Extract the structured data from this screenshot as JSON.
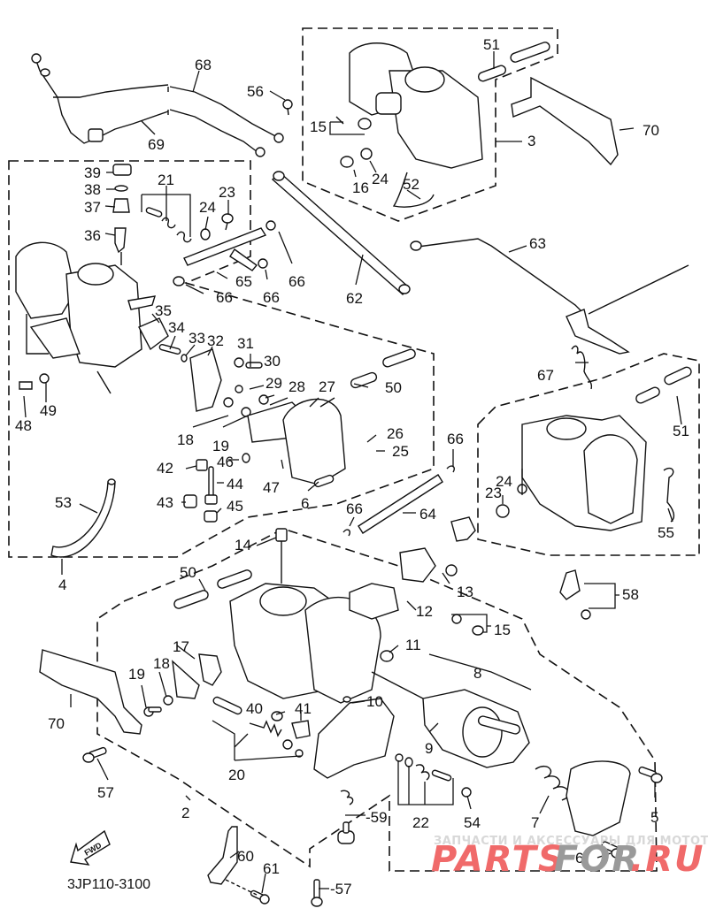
{
  "diagram": {
    "title": "Carburetor assembly exploded parts diagram",
    "diagram_code": "3JP110-3100",
    "fwd_label": "FWD",
    "watermark": {
      "tagline": "ЗАПЧАСТИ И АКСЕССУАРЫ ДЛЯ МОТОТЕХНИКИ",
      "logo_part1": "PARTS",
      "logo_part2": "FOR",
      "logo_part3": ".RU",
      "logo_color": "#f06a6a",
      "logo_accent_color": "#9a9a9a"
    },
    "callouts": [
      {
        "id": "c68",
        "label": "68"
      },
      {
        "id": "c69",
        "label": "69"
      },
      {
        "id": "c56",
        "label": "56"
      },
      {
        "id": "c51a",
        "label": "51"
      },
      {
        "id": "c70a",
        "label": "70"
      },
      {
        "id": "c3a",
        "label": "3"
      },
      {
        "id": "c15a",
        "label": "15"
      },
      {
        "id": "c16",
        "label": "16"
      },
      {
        "id": "c24a",
        "label": "24"
      },
      {
        "id": "c52",
        "label": "52"
      },
      {
        "id": "c39",
        "label": "39"
      },
      {
        "id": "c38",
        "label": "38"
      },
      {
        "id": "c37",
        "label": "37"
      },
      {
        "id": "c36",
        "label": "36"
      },
      {
        "id": "c21",
        "label": "21"
      },
      {
        "id": "c23a",
        "label": "23"
      },
      {
        "id": "c24b",
        "label": "24"
      },
      {
        "id": "c65",
        "label": "65"
      },
      {
        "id": "c66a",
        "label": "66"
      },
      {
        "id": "c66b",
        "label": "66"
      },
      {
        "id": "c66c",
        "label": "66"
      },
      {
        "id": "c62",
        "label": "62"
      },
      {
        "id": "c63",
        "label": "63"
      },
      {
        "id": "c35",
        "label": "35"
      },
      {
        "id": "c34",
        "label": "34"
      },
      {
        "id": "c33",
        "label": "33"
      },
      {
        "id": "c32",
        "label": "32"
      },
      {
        "id": "c31",
        "label": "31"
      },
      {
        "id": "c30",
        "label": "30"
      },
      {
        "id": "c29",
        "label": "29"
      },
      {
        "id": "c28",
        "label": "28"
      },
      {
        "id": "c27",
        "label": "27"
      },
      {
        "id": "c50a",
        "label": "50"
      },
      {
        "id": "c67",
        "label": "67"
      },
      {
        "id": "c51b",
        "label": "51"
      },
      {
        "id": "c48",
        "label": "48"
      },
      {
        "id": "c49",
        "label": "49"
      },
      {
        "id": "c18a",
        "label": "18"
      },
      {
        "id": "c19a",
        "label": "19"
      },
      {
        "id": "c26",
        "label": "26"
      },
      {
        "id": "c25",
        "label": "25"
      },
      {
        "id": "c66d",
        "label": "66"
      },
      {
        "id": "c42",
        "label": "42"
      },
      {
        "id": "c46",
        "label": "46"
      },
      {
        "id": "c44",
        "label": "44"
      },
      {
        "id": "c47",
        "label": "47"
      },
      {
        "id": "c43",
        "label": "43"
      },
      {
        "id": "c45",
        "label": "45"
      },
      {
        "id": "c6a",
        "label": "6"
      },
      {
        "id": "c53",
        "label": "53"
      },
      {
        "id": "c4",
        "label": "4"
      },
      {
        "id": "c24c",
        "label": "24"
      },
      {
        "id": "c23b",
        "label": "23"
      },
      {
        "id": "c55",
        "label": "55"
      },
      {
        "id": "c64",
        "label": "64"
      },
      {
        "id": "c66e",
        "label": "66"
      },
      {
        "id": "c14",
        "label": "14"
      },
      {
        "id": "c50b",
        "label": "50"
      },
      {
        "id": "c13",
        "label": "13"
      },
      {
        "id": "c58",
        "label": "58"
      },
      {
        "id": "c12",
        "label": "12"
      },
      {
        "id": "c15b",
        "label": "15"
      },
      {
        "id": "c17",
        "label": "17"
      },
      {
        "id": "c11",
        "label": "11"
      },
      {
        "id": "c8",
        "label": "8"
      },
      {
        "id": "c19b",
        "label": "19"
      },
      {
        "id": "c18b",
        "label": "18"
      },
      {
        "id": "c70b",
        "label": "70"
      },
      {
        "id": "c40",
        "label": "40"
      },
      {
        "id": "c41",
        "label": "41"
      },
      {
        "id": "c10",
        "label": "10"
      },
      {
        "id": "c9",
        "label": "9"
      },
      {
        "id": "c20",
        "label": "20"
      },
      {
        "id": "c57a",
        "label": "57"
      },
      {
        "id": "c2",
        "label": "2"
      },
      {
        "id": "c59",
        "label": "-59"
      },
      {
        "id": "c22",
        "label": "22"
      },
      {
        "id": "c54",
        "label": "54"
      },
      {
        "id": "c7",
        "label": "7"
      },
      {
        "id": "c5",
        "label": "5"
      },
      {
        "id": "c60",
        "label": "60"
      },
      {
        "id": "c61",
        "label": "61"
      },
      {
        "id": "c6b",
        "label": "6"
      },
      {
        "id": "c57b",
        "label": "-57"
      }
    ]
  }
}
